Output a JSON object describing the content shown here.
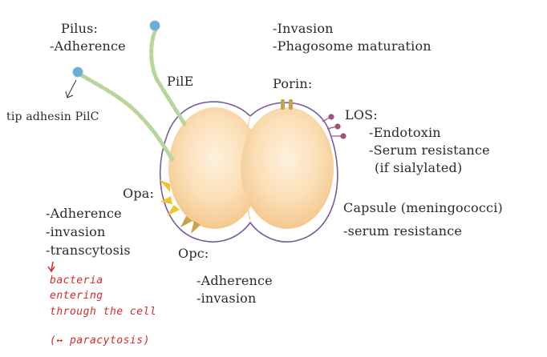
{
  "labels": {
    "pilus_title": "Pilus:",
    "pilus_adherence": "-Adherence",
    "pile": "PilE",
    "tip_adhesin": "tip adhesin PilC",
    "invasion": "-Invasion",
    "phagosome": "-Phagosome maturation",
    "porin": "Porin:",
    "los": "LOS:",
    "endotoxin": "-Endotoxin",
    "serum_resistance": "-Serum resistance",
    "if_sialylated": "(if sialylated)",
    "opa": "Opa:",
    "opa_adherence": "-Adherence",
    "opa_invasion": "-invasion",
    "opa_transcytosis": "-transcytosis",
    "capsule": "Capsule (meningococci)",
    "capsule_serum": "-serum resistance",
    "opc": "Opc:",
    "opc_adherence": "-Adherence",
    "opc_invasion": "-invasion"
  },
  "handwritten": {
    "line1": "bacteria",
    "line2": "entering",
    "line3": "through the cell",
    "line4": "(↔ paracytosis)"
  },
  "colors": {
    "cell_fill_center": "#fdf0dc",
    "cell_fill_edge": "#f6c98f",
    "capsule_stroke": "#7a5aa0",
    "pilus_color": "#b7d69a",
    "pilus_tip": "#6aaed6",
    "opa_color": "#f2c232",
    "porin_color": "#c8a24a",
    "los_color": "#a0507a",
    "handwriting": "#d42a2a"
  }
}
